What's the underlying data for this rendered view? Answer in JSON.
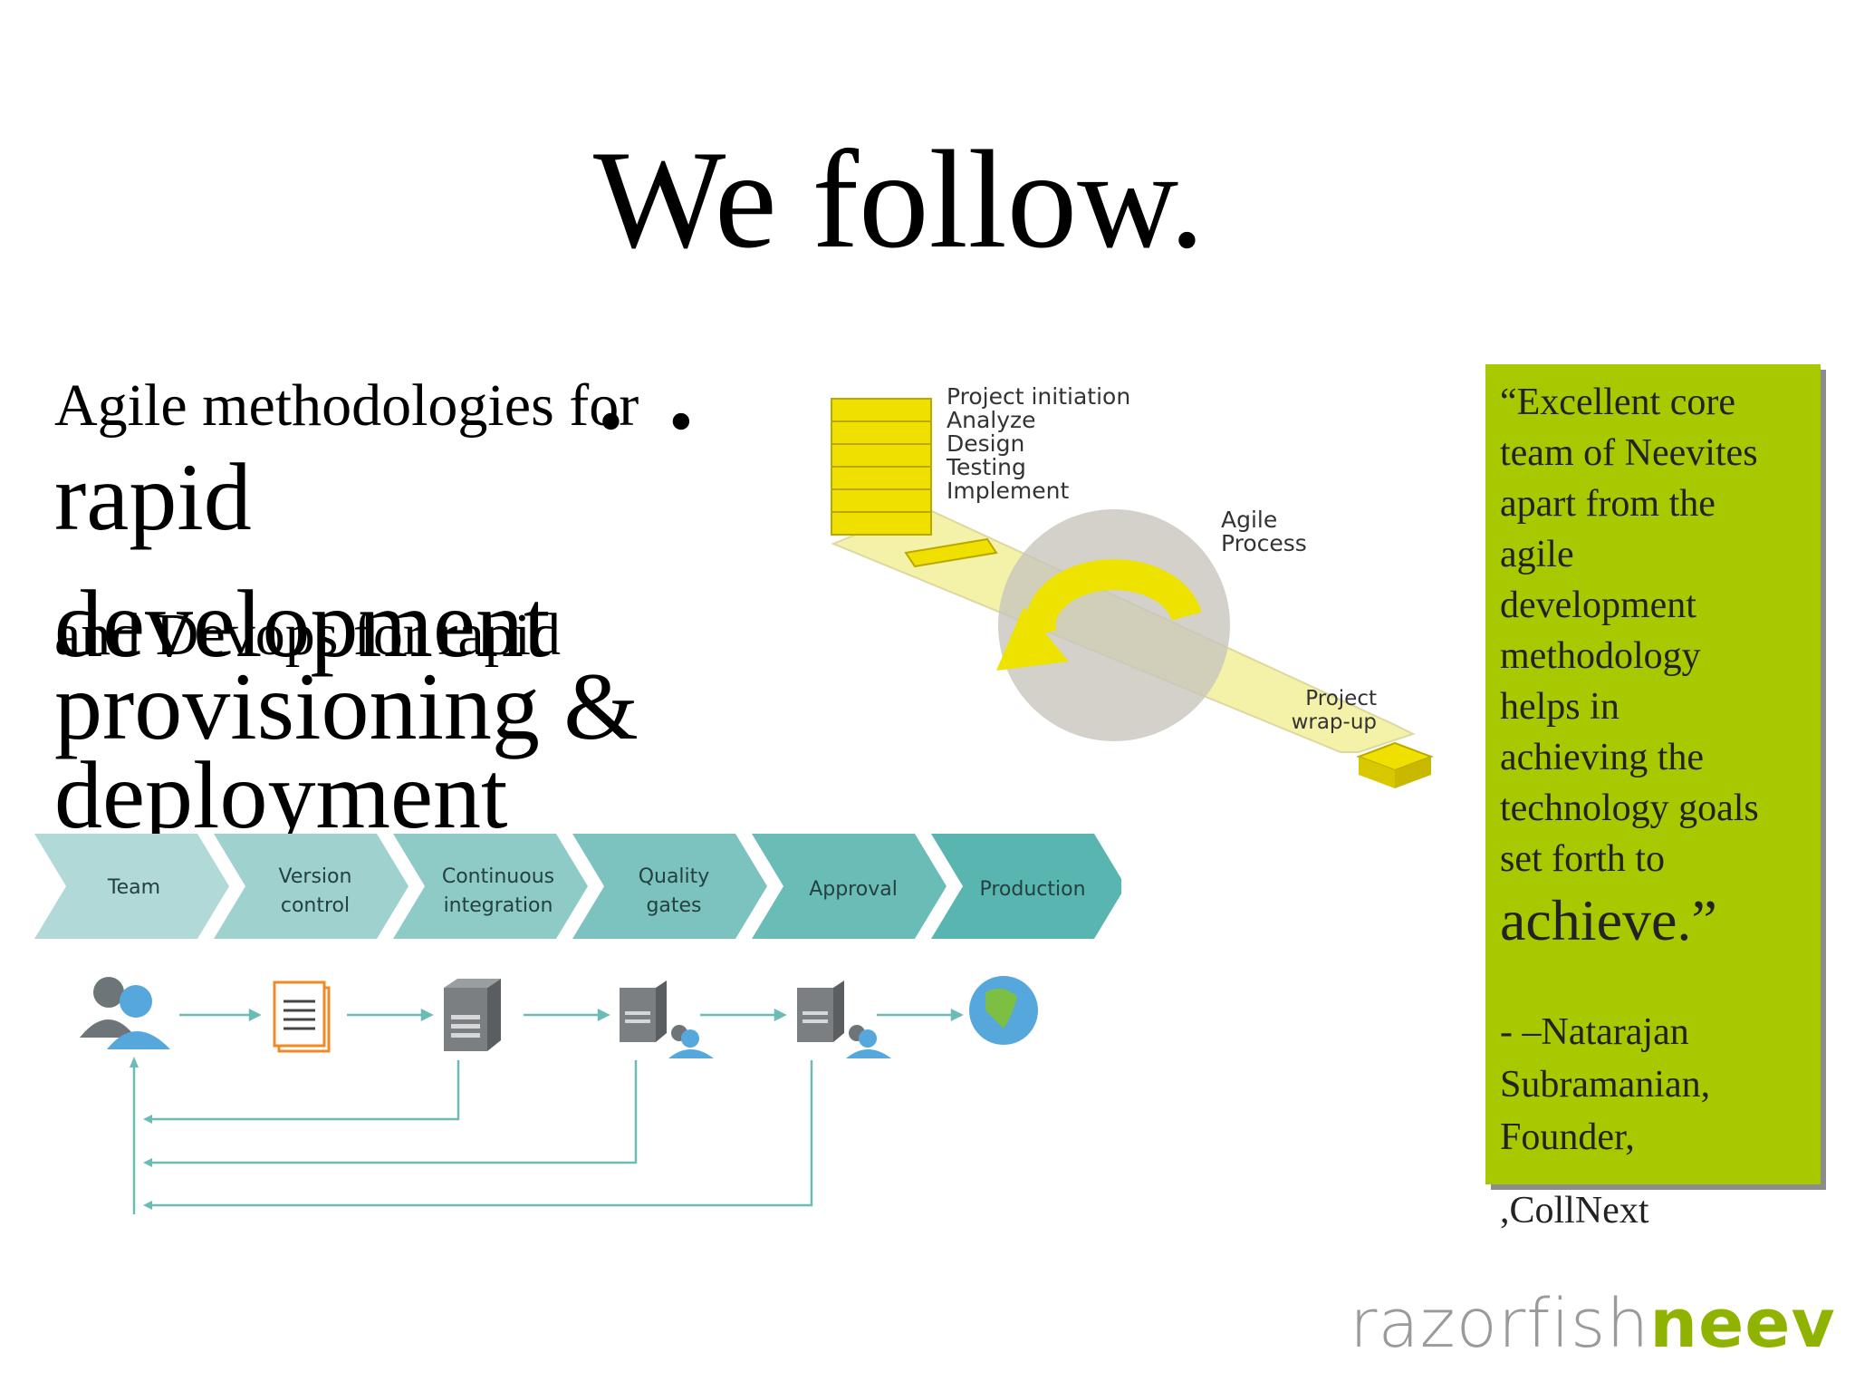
{
  "slide": {
    "title": "We follow. . .",
    "body": {
      "line1": "Agile methodologies for",
      "line2": "rapid development",
      "line3": "and Devops for rapid",
      "line4": "provisioning & deployment"
    }
  },
  "agile_diagram": {
    "stages": [
      "Project initiation",
      "Analyze",
      "Design",
      "Testing",
      "Implement"
    ],
    "process_label": [
      "Agile",
      "Process"
    ],
    "end_label": [
      "Project",
      "wrap-up"
    ],
    "colors": {
      "block": "#f0e000",
      "arrow": "#f4f2a8",
      "circle": "#c8c6bd"
    }
  },
  "devops_pipeline": {
    "steps": [
      {
        "label": [
          "Team"
        ],
        "icon": "people-icon"
      },
      {
        "label": [
          "Version",
          "control"
        ],
        "icon": "document-icon"
      },
      {
        "label": [
          "Continuous",
          "integration"
        ],
        "icon": "server-icon"
      },
      {
        "label": [
          "Quality",
          "gates"
        ],
        "icon": "server-people-icon"
      },
      {
        "label": [
          "Approval"
        ],
        "icon": "server-people-icon"
      },
      {
        "label": [
          "Production"
        ],
        "icon": "globe-icon"
      }
    ],
    "colors": {
      "chevron_light": "#a7d5d3",
      "chevron_dark": "#5ab8b3",
      "line": "#6cbbb6"
    }
  },
  "quote": {
    "text_lines": [
      "“Excellent core",
      "team of Neevites",
      "apart from the",
      "agile",
      "development",
      "methodology",
      "helps in",
      "achieving the",
      "technology goals",
      "set forth to"
    ],
    "last_word": "achieve.”",
    "attribution": [
      "- –Natarajan",
      "Subramanian,",
      "Founder,"
    ],
    "company": ",CollNext",
    "box_color": "#a8c800"
  },
  "logo": {
    "part1": "razorfish",
    "part2": "neev"
  }
}
